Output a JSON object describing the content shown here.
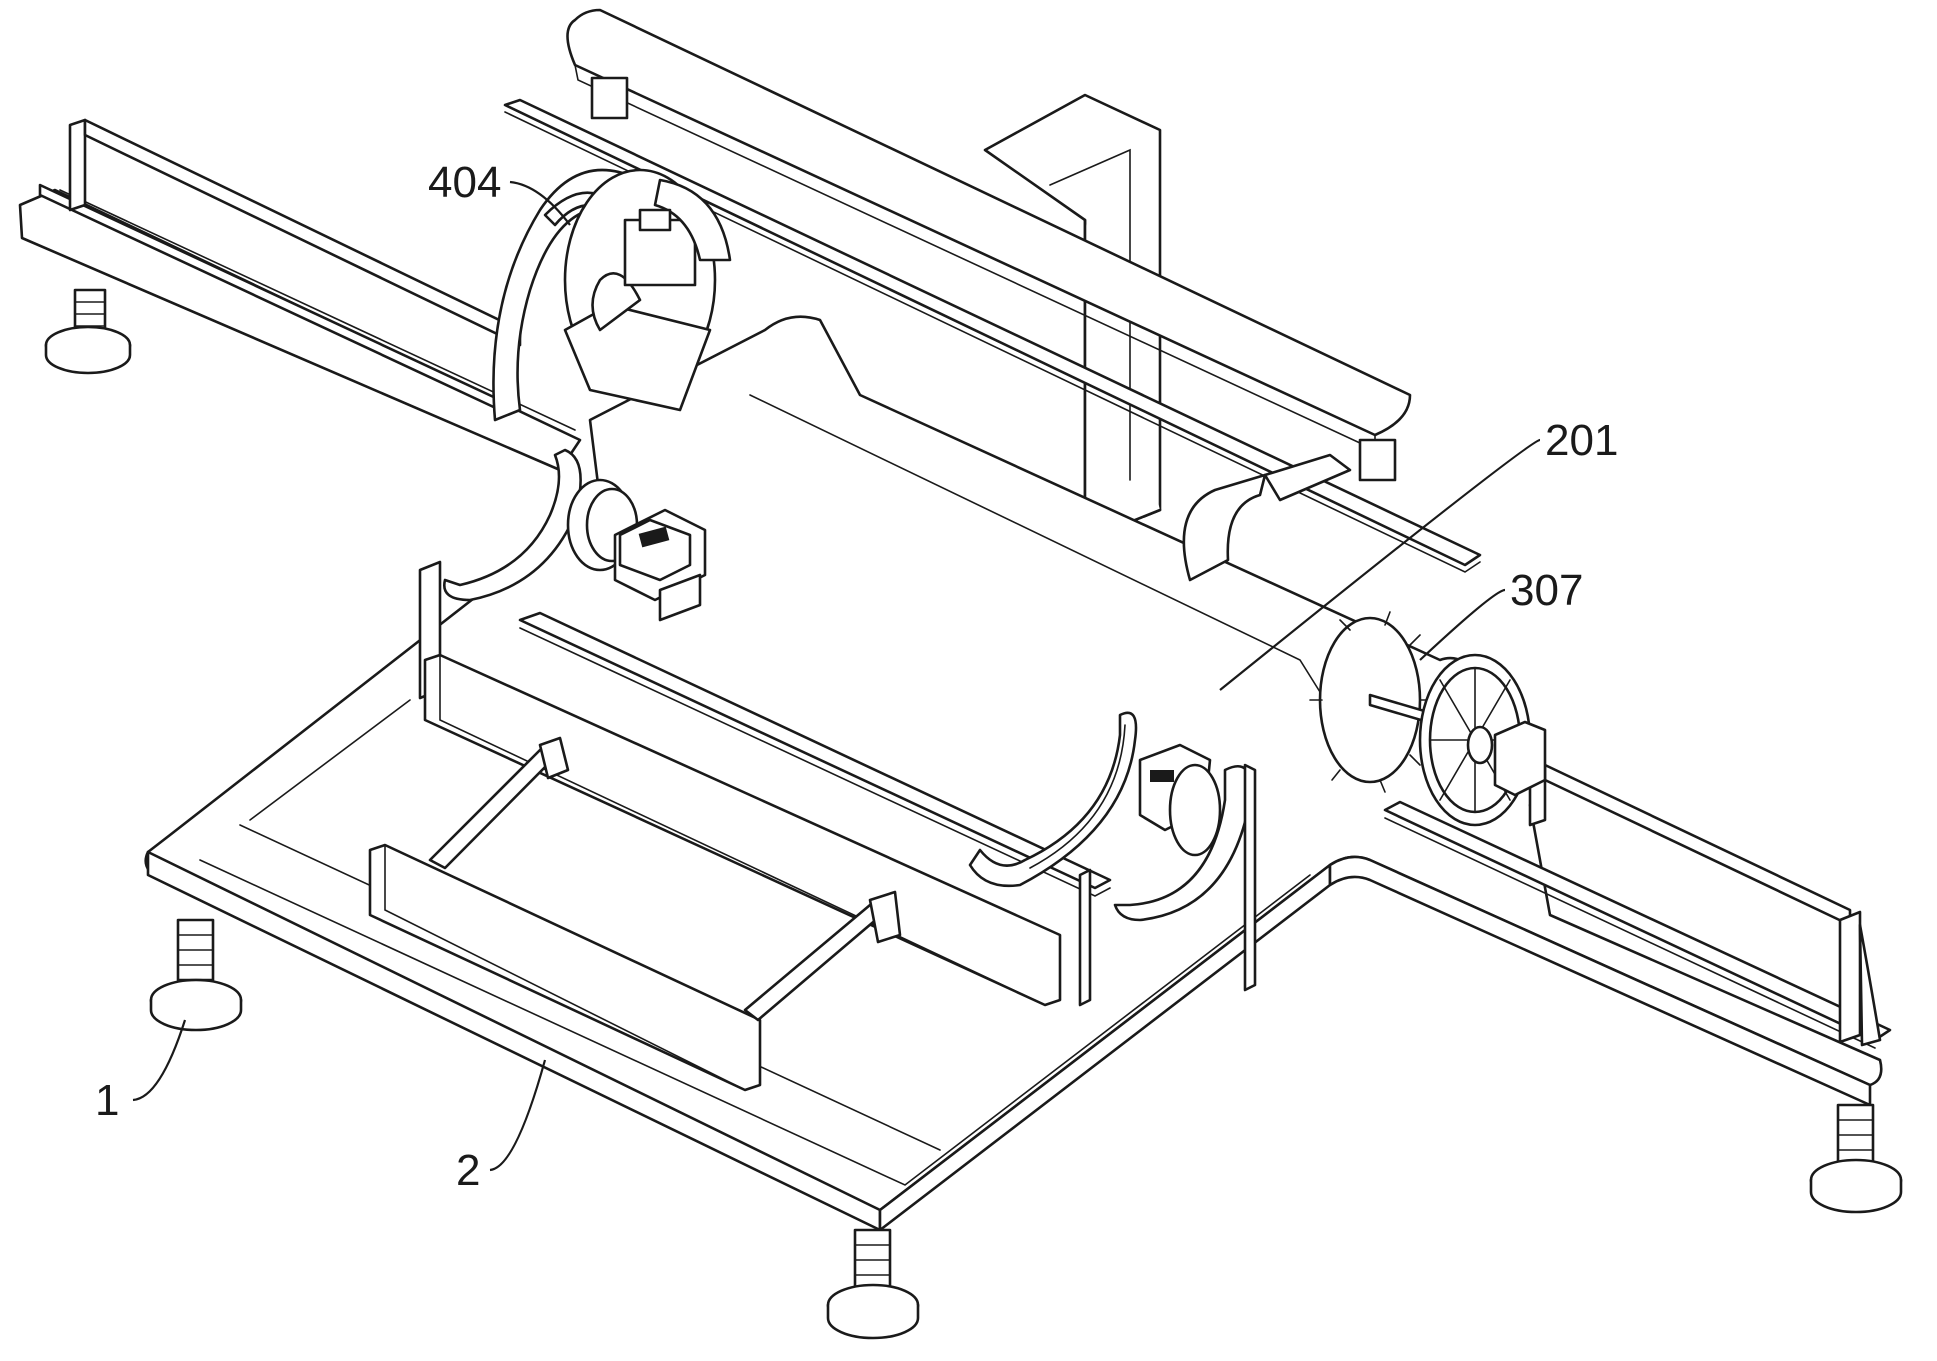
{
  "figure": {
    "labels": [
      {
        "id": "1",
        "text": "1"
      },
      {
        "id": "2",
        "text": "2"
      },
      {
        "id": "201",
        "text": "201"
      },
      {
        "id": "307",
        "text": "307"
      },
      {
        "id": "404",
        "text": "404"
      }
    ]
  }
}
